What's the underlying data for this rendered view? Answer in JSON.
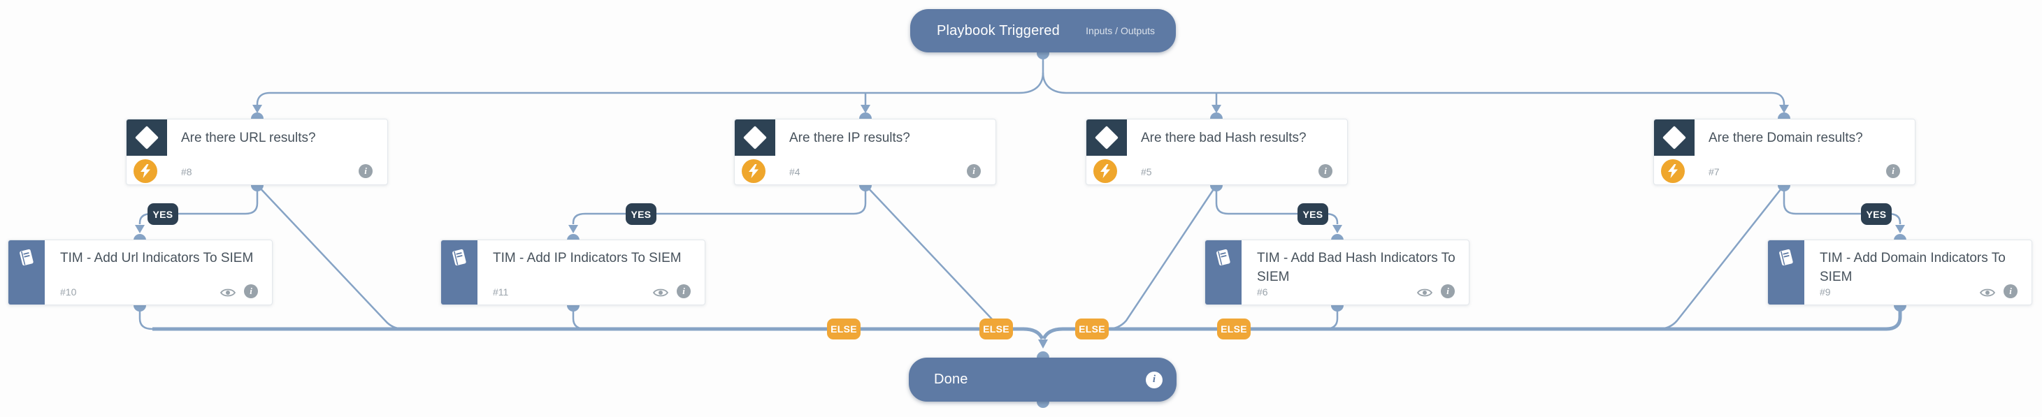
{
  "start_node": {
    "title": "Playbook Triggered",
    "link_label": "Inputs / Outputs"
  },
  "end_node": {
    "title": "Done"
  },
  "conditions": [
    {
      "title": "Are there URL results?",
      "id": "#8"
    },
    {
      "title": "Are there IP results?",
      "id": "#4"
    },
    {
      "title": "Are there bad Hash results?",
      "id": "#5"
    },
    {
      "title": "Are there Domain results?",
      "id": "#7"
    }
  ],
  "tasks": [
    {
      "title": "TIM - Add Url Indicators To SIEM",
      "id": "#10"
    },
    {
      "title": "TIM - Add IP Indicators To SIEM",
      "id": "#11"
    },
    {
      "title": "TIM - Add Bad Hash Indicators To SIEM",
      "id": "#6"
    },
    {
      "title": "TIM - Add Domain Indicators To SIEM",
      "id": "#9"
    }
  ],
  "edge_labels": {
    "yes": "YES",
    "else": "ELSE"
  },
  "colors": {
    "node_fill": "#5e7aa4",
    "edge": "#86a3c5",
    "condition_icon_bg": "#2d4254",
    "yes_badge_bg": "#2d4052",
    "else_badge_bg": "#f0a636",
    "automation_icon_bg": "#efa62c",
    "task_bar_bg": "#5e7aa4",
    "muted_icon": "#98a2aa"
  }
}
